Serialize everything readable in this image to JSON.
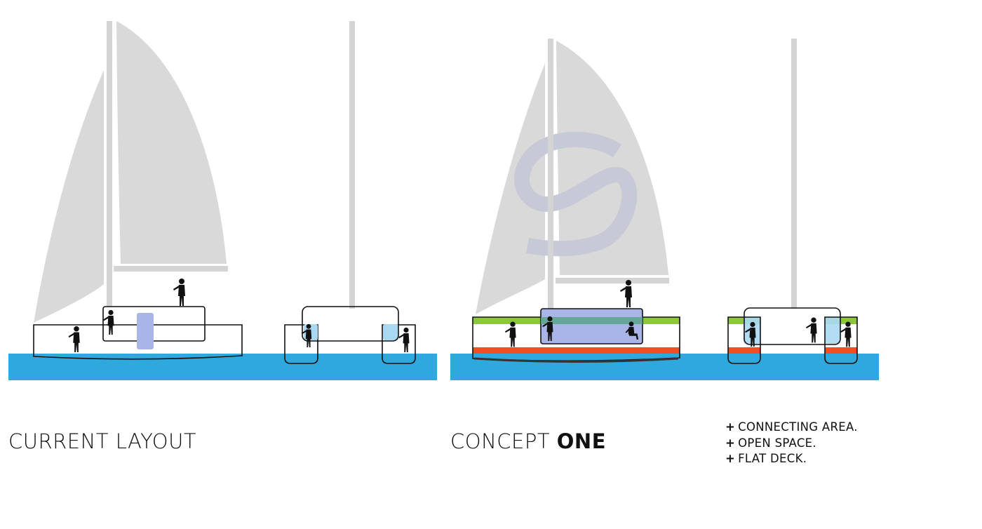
{
  "captions": {
    "current": "CURRENT LAYOUT",
    "concept_prefix": "CONCEPT",
    "concept_emphasis": "ONE"
  },
  "benefits": [
    {
      "mark": "+",
      "text": "CONNECTING AREA."
    },
    {
      "mark": "+",
      "text": "OPEN SPACE."
    },
    {
      "mark": "+",
      "text": "FLAT DECK."
    }
  ],
  "colors": {
    "water": "#2fa8de",
    "sail": "#d9d9d9",
    "mast": "#d4d4d4",
    "cabin_fill": "#a8b5e6",
    "hull_fill": "#aad8f3",
    "deck_green": "#8cc63f",
    "deck_red": "#f04e23",
    "logo": "#c7cad6",
    "outline": "#111111"
  }
}
